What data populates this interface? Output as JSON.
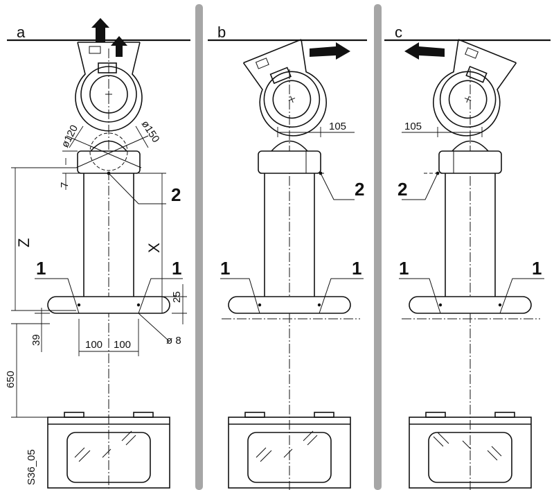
{
  "panels": [
    {
      "id": "a",
      "label": "a"
    },
    {
      "id": "b",
      "label": "b"
    },
    {
      "id": "c",
      "label": "c"
    }
  ],
  "callouts": {
    "mount_point": "1",
    "pivot_point": "2"
  },
  "dimensions": {
    "dia_inner": "ø120",
    "dia_outer": "ø150",
    "offset_7": "7",
    "z": "Z",
    "x": "X",
    "d25": "25",
    "d39": "39",
    "d100_left": "100",
    "d100_right": "100",
    "dia_hole": "ø 8",
    "d650": "650",
    "offset_b": "105",
    "offset_c": "105"
  },
  "figure_code": "S36_05"
}
